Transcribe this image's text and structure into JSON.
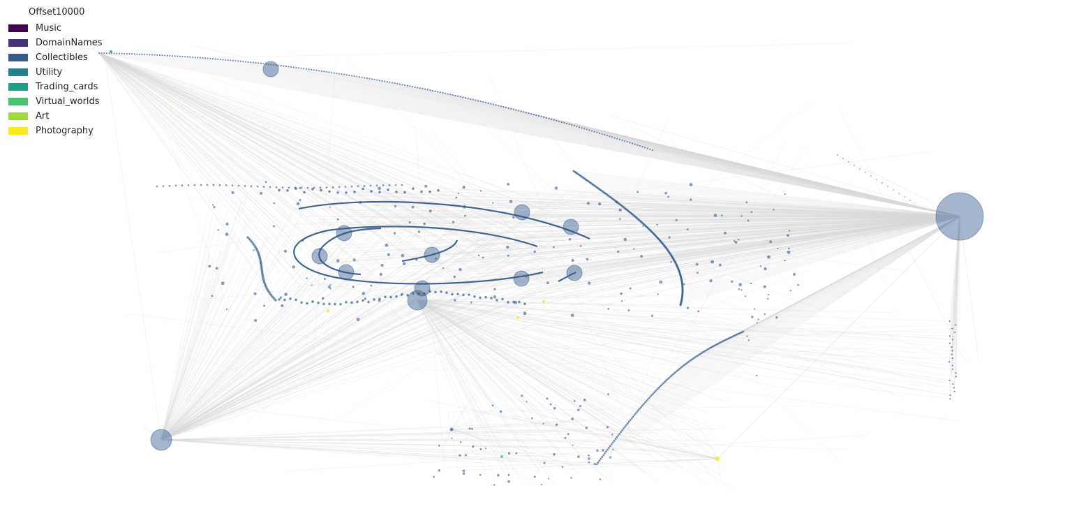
{
  "legend": {
    "title": "Offset10000",
    "items": [
      {
        "label": "Music",
        "color": "#440154"
      },
      {
        "label": "DomainNames",
        "color": "#46337e"
      },
      {
        "label": "Collectibles",
        "color": "#365c8d"
      },
      {
        "label": "Utility",
        "color": "#277f8e"
      },
      {
        "label": "Trading_cards",
        "color": "#1fa187"
      },
      {
        "label": "Virtual_worlds",
        "color": "#4ac16d"
      },
      {
        "label": "Art",
        "color": "#a0da39"
      },
      {
        "label": "Photography",
        "color": "#fde725"
      }
    ]
  },
  "edge_color": "#d9d9d9",
  "node_color": "#365c8d"
}
